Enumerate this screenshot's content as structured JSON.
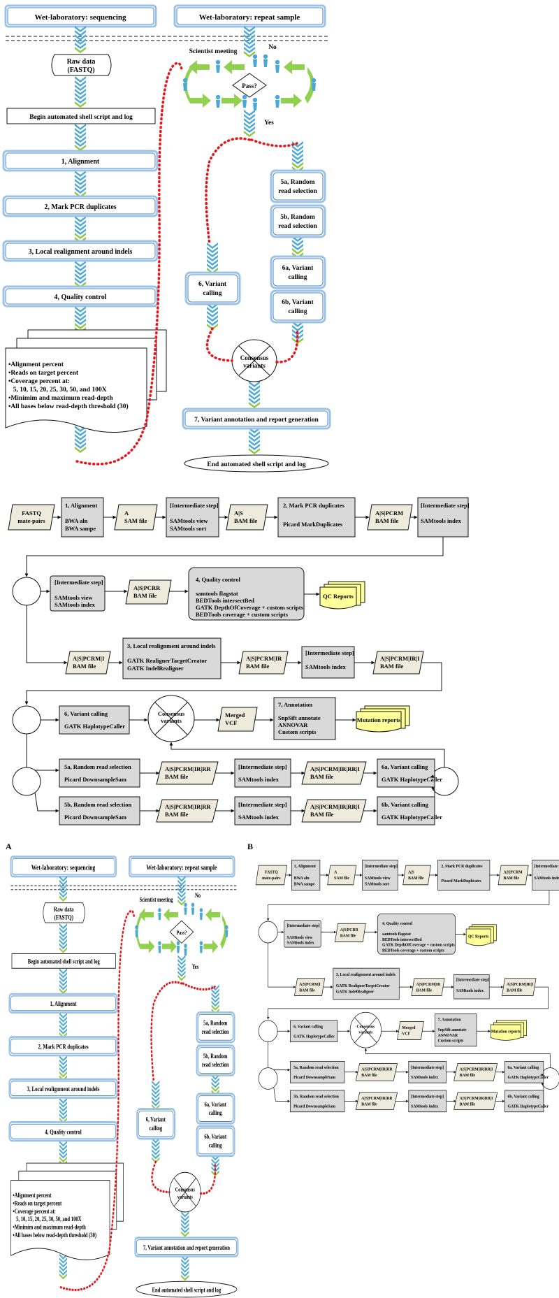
{
  "top": {
    "wetlab_seq": "Wet-laboratory: sequencing",
    "wetlab_repeat": "Wet-laboratory: repeat sample",
    "raw_data": [
      "Raw data",
      "(FASTQ)"
    ],
    "begin_script": "Begin automated shell script and log",
    "step1": "1, Alignment",
    "step2": "2, Mark PCR duplicates",
    "step3": "3, Local realignment around indels",
    "step4": "4, Quality control",
    "qc_items": [
      "•Alignment percent",
      "•Reads on target percent",
      "•Coverage percent at:",
      "  5, 10, 15, 20, 25, 30, 50, and 100X",
      "•Minimim and maximum read-depth",
      "•All bases below read-depth threshold (30)"
    ],
    "scientist_meeting": "Scientist meeting",
    "no": "No",
    "yes": "Yes",
    "pass": "Pass?",
    "step5a": [
      "5a, Random",
      "read selection"
    ],
    "step5b": [
      "5b, Random",
      "read selection"
    ],
    "step6a": [
      "6a, Variant",
      "calling"
    ],
    "step6b": [
      "6b, Variant",
      "calling"
    ],
    "step6": [
      "6, Variant",
      "calling"
    ],
    "consensus": [
      "Consensus",
      "variants"
    ],
    "step7": "7, Variant annotation and report generation",
    "end_script": "End automated shell script and log"
  },
  "middle": {
    "fastq": [
      "FASTQ",
      "mate-pairs"
    ],
    "alignment": [
      "1, Alignment",
      "",
      "BWA aln",
      "BWA sampe"
    ],
    "sam_a": [
      "A",
      "SAM file"
    ],
    "inter1": [
      "[Intermediate step]",
      "",
      "SAMtools view",
      "SAMtools sort"
    ],
    "bam_as": [
      "A|S",
      "BAM file"
    ],
    "markdup": [
      "2, Mark PCR duplicates",
      "",
      "Picard MarkDuplicates"
    ],
    "bam_pcrm": [
      "A|S|PCRM",
      "BAM file"
    ],
    "inter2": [
      "[Intermediate step]",
      "",
      "SAMtools index"
    ],
    "inter3": [
      "[Intermediate step]",
      "",
      "SAMtools view",
      "SAMtools index"
    ],
    "bam_pcrr": [
      "A|S|PCRR",
      "BAM file"
    ],
    "qc": [
      "4, Quality control",
      "",
      "samtools flagstat",
      "BEDTools intersectBed",
      "GATK DepthOfCoverage + custom scripts",
      "BEDTools coverage + custom scripts"
    ],
    "qc_reports": "QC Reports",
    "bam_pcrmi": [
      "A|S|PCRM|I",
      "BAM file"
    ],
    "realign": [
      "3, Local realignment around indels",
      "",
      "GATK RealignerTargetCreator",
      "GATK IndelRealigner"
    ],
    "bam_pcrmir": [
      "A|S|PCRM|IR",
      "BAM file"
    ],
    "inter4": [
      "[Intermediate step]",
      "",
      "SAMtools index"
    ],
    "bam_pcrmiri": [
      "A|S|PCRM|IR|I",
      "BAM file"
    ],
    "vc6": [
      "6, Variant calling",
      "",
      "GATK HaplotypeCaller"
    ],
    "consensus": [
      "Consensus",
      "variants"
    ],
    "merged": [
      "Merged",
      "VCF"
    ],
    "annot": [
      "7, Annotation",
      "",
      "SnpSift annotate",
      "ANNOVAR",
      "Custom scripts"
    ],
    "mutation_reports": "Mutation reports",
    "r5a": [
      "5a, Random read selection",
      "",
      "Picard DownsampleSam"
    ],
    "r5b": [
      "5b, Random read selection",
      "",
      "Picard DownsampleSam"
    ],
    "bam_rr": [
      "A|S|PCRM|IR|RR",
      "BAM file"
    ],
    "inter_rr": [
      "[Intermediate step]",
      "",
      "SAMtools index"
    ],
    "bam_rri": [
      "A|S|PCRM|IR|RR|I",
      "BAM file"
    ],
    "vc6a": [
      "6a, Variant calling",
      "",
      "GATK HaplotypeCaller"
    ],
    "vc6b": [
      "6b, Variant calling",
      "",
      "GATK HaplotypeCaller"
    ]
  },
  "panels": {
    "a": "A",
    "b": "B"
  },
  "colors": {
    "chevron_blue": "#4aa8d8",
    "chevron_green": "#8dc63f",
    "box_gray": "#d9d9d9",
    "file_tan": "#eeebdc",
    "report_yellow": "#ffff99",
    "dotted_red": "#e8151b",
    "loop_green": "#92d050"
  }
}
